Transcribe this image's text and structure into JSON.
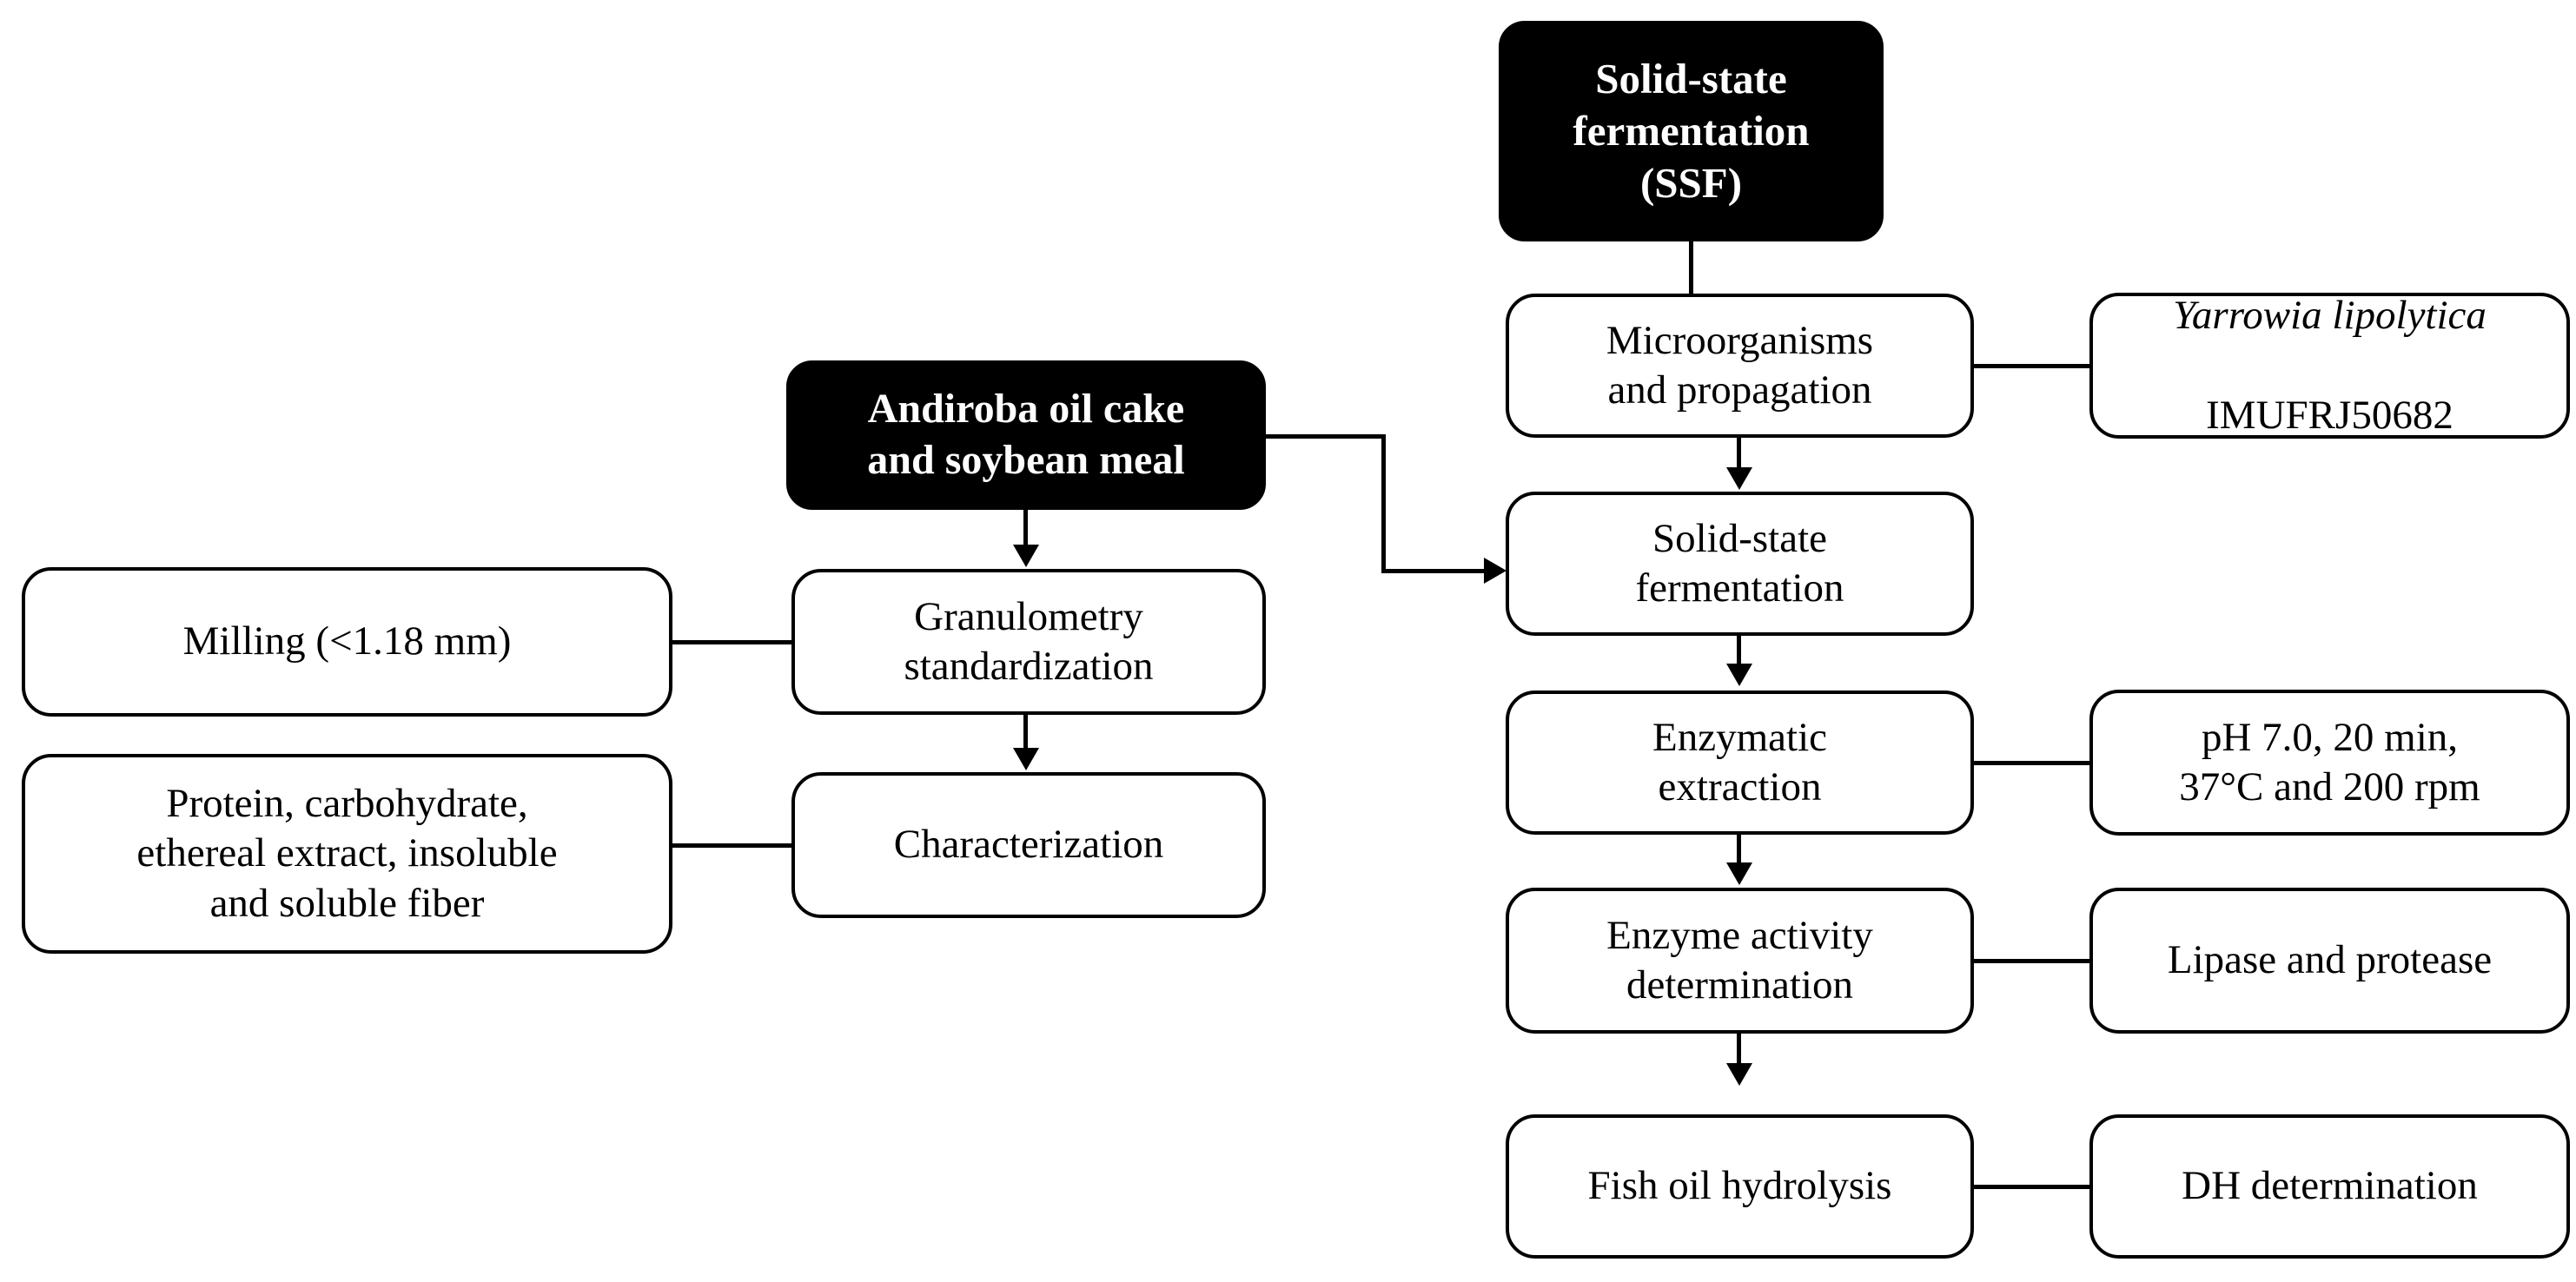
{
  "diagram": {
    "title": "Andiroba oil cake solid-state fermentation process flowchart",
    "colors": {
      "background": "#ffffff",
      "stroke": "#000000",
      "highlight_fill": "#000000",
      "highlight_text": "#ffffff",
      "node_fill": "#ffffff",
      "node_text": "#000000"
    },
    "nodes": {
      "ssf_header": "Solid-state\nfermentation\n(SSF)",
      "raw_material": "Andiroba oil cake\nand soybean meal",
      "milling": "Milling (<1.18 mm)",
      "granulometry": "Granulometry\nstandardization",
      "composition": "Protein, carbohydrate,\nethereal extract, insoluble\nand soluble fiber",
      "characterization": "Characterization",
      "microorganisms": "Microorganisms\nand propagation",
      "strain_species": "Yarrowia lipolytica",
      "strain_code": "IMUFRJ50682",
      "solid_state_fermentation": "Solid-state\nfermentation",
      "enzymatic_extraction": "Enzymatic\nextraction",
      "extraction_conditions": "pH 7.0, 20 min,\n37°C and 200 rpm",
      "enzyme_activity": "Enzyme activity\ndetermination",
      "enzymes": "Lipase and protease",
      "fish_oil_hydrolysis": "Fish oil hydrolysis",
      "dh_determination": "DH determination"
    },
    "edges": [
      {
        "name": "ssf-header-to-microorganisms",
        "type": "line"
      },
      {
        "name": "raw-material-to-granulometry",
        "type": "arrow-down"
      },
      {
        "name": "milling-to-granulometry",
        "type": "line"
      },
      {
        "name": "granulometry-to-characterization",
        "type": "arrow-down"
      },
      {
        "name": "composition-to-characterization",
        "type": "line"
      },
      {
        "name": "raw-material-to-solid-state-fermentation",
        "type": "elbow-arrow-right"
      },
      {
        "name": "microorganisms-to-strain",
        "type": "line"
      },
      {
        "name": "microorganisms-to-solid-state-fermentation",
        "type": "arrow-down"
      },
      {
        "name": "solid-state-fermentation-to-enzymatic-extraction",
        "type": "arrow-down"
      },
      {
        "name": "enzymatic-extraction-to-conditions",
        "type": "line"
      },
      {
        "name": "enzymatic-extraction-to-enzyme-activity",
        "type": "arrow-down"
      },
      {
        "name": "enzyme-activity-to-enzymes",
        "type": "line"
      },
      {
        "name": "enzyme-activity-to-fish-oil-hydrolysis",
        "type": "arrow-down"
      },
      {
        "name": "fish-oil-hydrolysis-to-dh",
        "type": "line"
      }
    ]
  }
}
